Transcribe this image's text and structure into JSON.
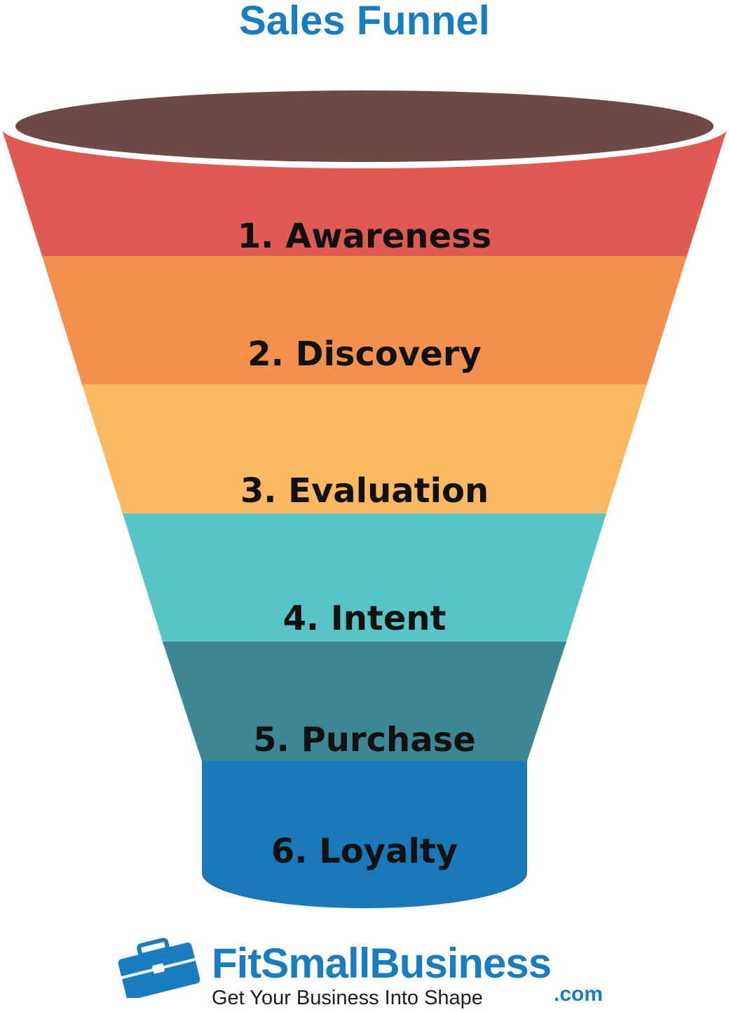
{
  "title": "Sales Funnel",
  "colors": {
    "title": "#1a7dbf",
    "rim": "#6e4a47",
    "brand_blue": "#1a7dbf"
  },
  "stages": [
    {
      "label": "1. Awareness",
      "color": "#e05a54"
    },
    {
      "label": "2. Discovery",
      "color": "#f3904f"
    },
    {
      "label": "3. Evaluation",
      "color": "#fbb862"
    },
    {
      "label": "4. Intent",
      "color": "#58c4c6"
    },
    {
      "label": "5. Purchase",
      "color": "#3e8792"
    },
    {
      "label": "6. Loyalty",
      "color": "#1a78b6"
    }
  ],
  "brand": {
    "name": "FitSmallBusiness",
    "tagline": "Get Your Business Into Shape",
    "domain": ".com",
    "icon": "briefcase-icon"
  }
}
